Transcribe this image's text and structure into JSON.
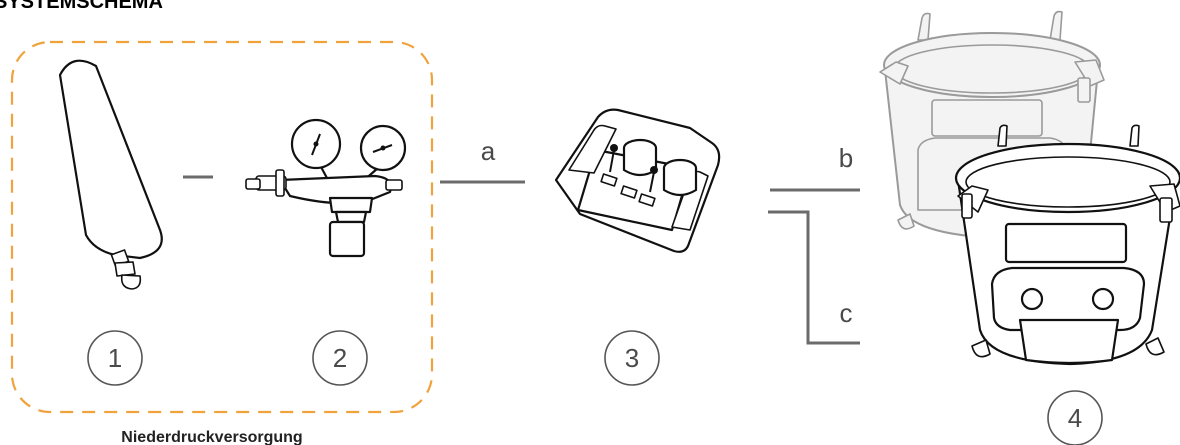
{
  "diagram": {
    "title": "SYSTEMSCHEMA",
    "group_label": "Niederdruckversorgung",
    "numbers": [
      "1",
      "2",
      "3",
      "4"
    ],
    "connections": {
      "a": "a",
      "b": "b",
      "c": "c"
    },
    "colors": {
      "group_border": "#f0a23c",
      "line": "#6b6b6b",
      "text": "#4a4a4a"
    },
    "components": [
      {
        "number": "1",
        "icon": "gas-cylinder-icon"
      },
      {
        "number": "2",
        "icon": "pressure-regulator-icon"
      },
      {
        "number": "3",
        "icon": "control-unit-icon"
      },
      {
        "number": "4",
        "icon": "transport-container-icon"
      }
    ]
  }
}
